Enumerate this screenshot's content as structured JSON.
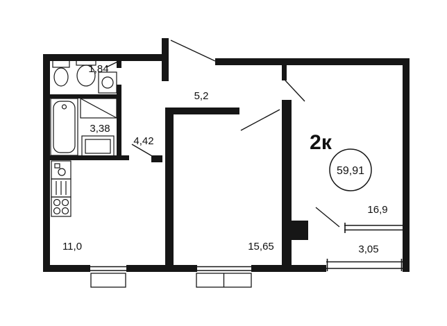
{
  "plan": {
    "apartment_type": "2к",
    "total_area": "59,91",
    "rooms": {
      "wc": "1,84",
      "bathroom": "3,38",
      "hallway": "4,42",
      "corridor": "5,2",
      "kitchen": "11,0",
      "living_room": "15,65",
      "bedroom": "16,9",
      "balcony": "3,05"
    }
  }
}
